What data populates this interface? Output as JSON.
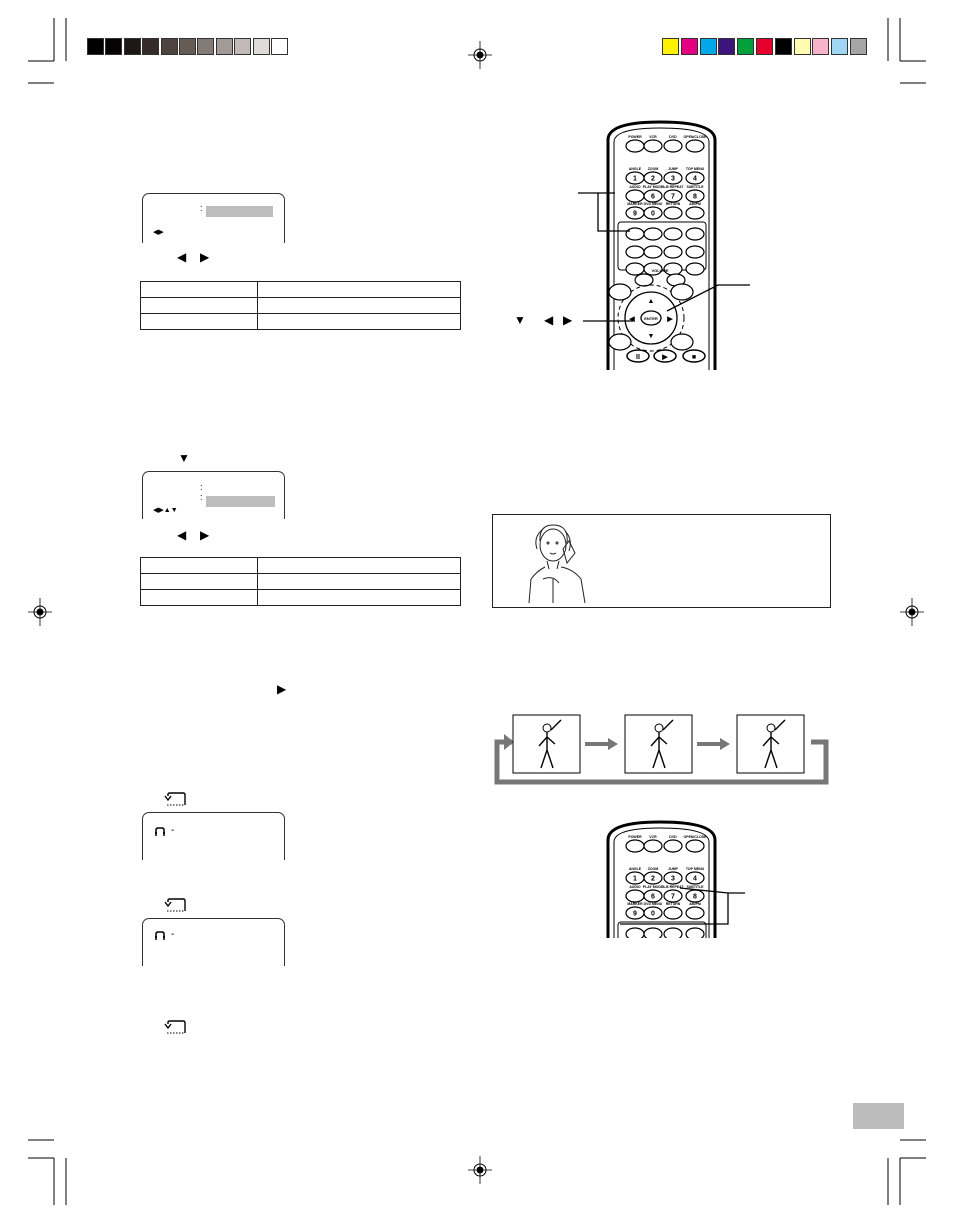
{
  "color_bar": {
    "grays": [
      "#000000",
      "#050304",
      "#1d1815",
      "#352c29",
      "#4c433e",
      "#655c56",
      "#847b76",
      "#a39a95",
      "#c2bab6",
      "#dfdad8",
      "#ffffff"
    ],
    "colors": [
      "#fff200",
      "#e4007f",
      "#00a7e9",
      "#3d157a",
      "#00a13b",
      "#e5002d",
      "#000000",
      "#fffbb0",
      "#f6b3c9",
      "#9fd6f4",
      "#a5a5a5"
    ]
  },
  "icons": {
    "left": "triangle-left-icon",
    "right": "triangle-right-icon",
    "down": "triangle-down-icon",
    "repeat": "repeat-icon",
    "registration": "registration-mark-icon"
  },
  "glyphs": {
    "left": "◀",
    "right": "▶",
    "down": "▼",
    "up": "▲",
    "colon": ":",
    "dash": "-"
  },
  "remote": {
    "top_labels": [
      "POWER",
      "VCR",
      "DVD",
      "OPEN/CLOSE"
    ],
    "row1": {
      "labels": [
        "ANGLE",
        "ZOOM",
        "JUMP",
        "TOP MENU"
      ],
      "digits": [
        "1",
        "2",
        "3",
        "4"
      ]
    },
    "row2": {
      "labels": [
        "AUDIO",
        "PLAY MODE",
        "A-B REPEAT",
        "SUBTITLE"
      ],
      "digits": [
        "",
        "6",
        "7",
        "8"
      ]
    },
    "row3": {
      "labels": [
        "MARKER",
        "DVD MENU",
        "RETURN",
        "AM/PM"
      ],
      "digits": [
        "9",
        "0",
        "",
        ""
      ]
    },
    "volume": "VOLUME",
    "enter": "ENTER"
  },
  "accent_gray": "#bdbdbd",
  "arrow_gray": "#777777"
}
